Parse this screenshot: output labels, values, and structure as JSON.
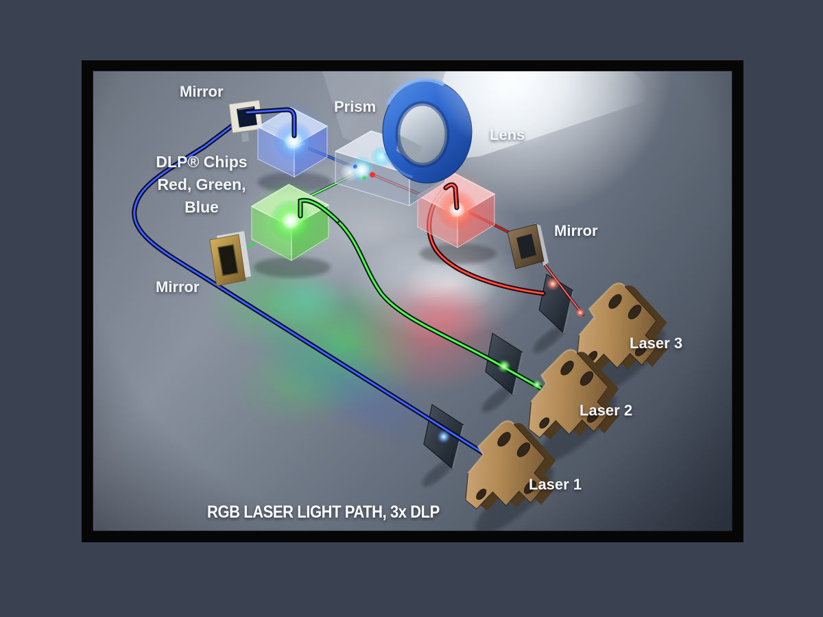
{
  "title": "RGB LASER LIGHT PATH, 3x DLP",
  "labels": {
    "mirror_top": "Mirror",
    "prism": "Prism",
    "lens": "Lens",
    "dlp_chips": [
      "DLP® Chips",
      "Red, Green,",
      "Blue"
    ],
    "mirror_left": "Mirror",
    "mirror_right": "Mirror",
    "laser_3": "Laser 3",
    "laser_2": "Laser 2",
    "laser_1": "Laser 1"
  },
  "colors": {
    "outer_background": "#3a4150",
    "frame": "#060606",
    "red_beam": "#e81616",
    "green_beam": "#1ed427",
    "blue_beam": "#1d3ae2",
    "lens_blue": "#2a64cc",
    "copper_mount": "#b18a58",
    "white_light": "#ffffff"
  }
}
